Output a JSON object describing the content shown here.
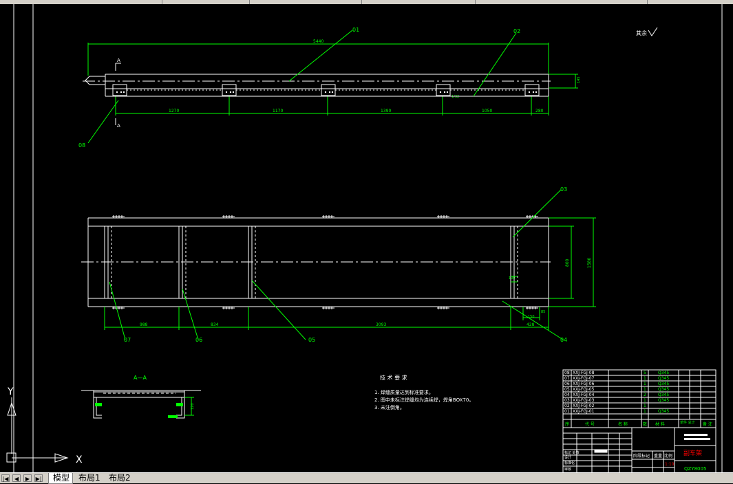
{
  "drawing": {
    "roughness_mark": "其余",
    "top_view": {
      "overall_dim": "5440",
      "height_dim": "145",
      "side_tag": "1/32",
      "spacings": [
        "1270",
        "1170",
        "1390",
        "1050",
        "280"
      ],
      "section_mark": "A"
    },
    "plan_view": {
      "outer_height": "1580",
      "inner_height": "800",
      "small_dim": "100",
      "corner_dim": "150",
      "corner_dim2": "85",
      "spacings": [
        "988",
        "834",
        "3093",
        "428"
      ]
    },
    "callouts": {
      "c01": "01",
      "c02": "02",
      "c03": "03",
      "c04": "04",
      "c05": "05",
      "c06": "06",
      "c07": "07",
      "c08": "08"
    },
    "section_title": "A—A",
    "section_dim": "120",
    "notes": {
      "title": "技 术 要 求",
      "items": [
        "1. 焊缝质量达到标准要求。",
        "2. 图中未标注焊缝均为连续焊，焊角BOX70。",
        "3. 未注倒角。"
      ]
    },
    "parts": [
      {
        "no": "08",
        "code": "XXJ-FGJ-08",
        "name": "",
        "qty": "5",
        "mat": "Q345"
      },
      {
        "no": "07",
        "code": "XXJ-FGJ-07",
        "name": "",
        "qty": "1",
        "mat": "Q345"
      },
      {
        "no": "06",
        "code": "XXJ-FGJ-06",
        "name": "",
        "qty": "1",
        "mat": "Q345"
      },
      {
        "no": "05",
        "code": "XXJ-FGJ-05",
        "name": "",
        "qty": "1",
        "mat": "Q345"
      },
      {
        "no": "04",
        "code": "XXJ-FGJ-04",
        "name": "",
        "qty": "2",
        "mat": "Q345"
      },
      {
        "no": "03",
        "code": "XXJ-FGJ-03",
        "name": "",
        "qty": "1",
        "mat": "Q345"
      },
      {
        "no": "02",
        "code": "XXJ-FGJ-02",
        "name": "",
        "qty": "1",
        "mat": ""
      },
      {
        "no": "01",
        "code": "XXJ-FGJ-01",
        "name": "",
        "qty": "1",
        "mat": "Q345"
      }
    ],
    "parts_header": [
      "序",
      "代  号",
      "名  称",
      "数",
      "材  料",
      "单件 总计",
      "备  注"
    ],
    "title_block": {
      "drawing_title": "副车架",
      "drawing_no": "QZY8005",
      "stage": "阶段标记",
      "weight": "重量",
      "scale": "比例",
      "scale_val": "1:10",
      "design": "设计",
      "review": "审核",
      "standard": "标准化",
      "mark": "标记  处数"
    },
    "ucs": {
      "x_label": "X",
      "y_label": "Y"
    }
  },
  "tabs": {
    "items": [
      "模型",
      "布局1",
      "布局2"
    ],
    "active": "模型",
    "nav": [
      "|◀",
      "◀",
      "▶",
      "▶|"
    ]
  },
  "colors": {
    "geometry": "#ffffff",
    "dimension": "#00ff00",
    "text": "#00ff00",
    "title_red": "#ff0000",
    "chrome": "#d4d0c8"
  }
}
